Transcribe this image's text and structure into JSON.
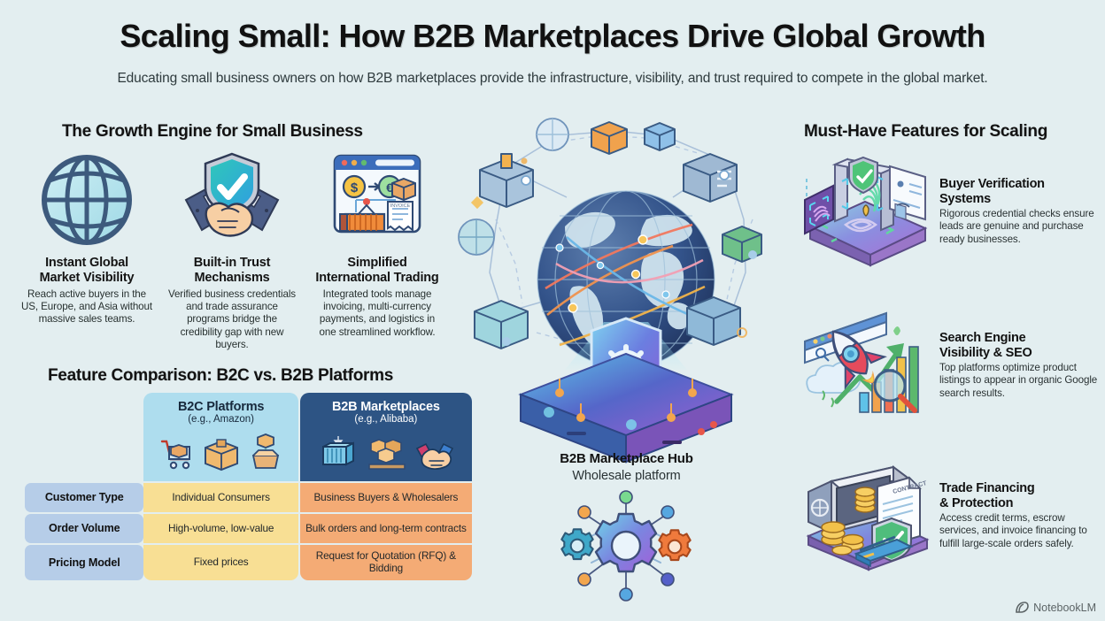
{
  "header": {
    "title": "Scaling Small: How B2B Marketplaces Drive Global Growth",
    "subtitle": "Educating small business owners on how B2B marketplaces provide the infrastructure, visibility, and trust required to compete in the global market."
  },
  "growth_section": {
    "title": "The Growth Engine for Small Business",
    "cards": [
      {
        "icon": "globe-grid-icon",
        "name": "Instant Global\nMarket Visibility",
        "name_line1": "Instant Global",
        "name_line2": "Market Visibility",
        "desc": "Reach active buyers in the US, Europe, and Asia without massive sales teams."
      },
      {
        "icon": "handshake-shield-icon",
        "name_line1": "Built-in Trust",
        "name_line2": "Mechanisms",
        "desc": "Verified business credentials and trade assurance programs bridge the credibility gap with new buyers."
      },
      {
        "icon": "browser-currency-shipping-icon",
        "name_line1": "Simplified",
        "name_line2": "International Trading",
        "desc": "Integrated tools manage invoicing, multi-currency payments, and logistics in one streamlined workflow."
      }
    ]
  },
  "comparison": {
    "title": "Feature Comparison: B2C vs. B2B Platforms",
    "columns": [
      {
        "title": "B2C Platforms",
        "subtitle": "(e.g., Amazon)",
        "color": "#aeddee"
      },
      {
        "title": "B2B Marketplaces",
        "subtitle": "(e.g., Alibaba)",
        "color": "#2d5484"
      }
    ],
    "rows": [
      {
        "label": "Customer Type",
        "b2c": "Individual Consumers",
        "b2b": "Business Buyers & Wholesalers"
      },
      {
        "label": "Order Volume",
        "b2c": "High-volume, low-value",
        "b2b": "Bulk orders and long-term contracts"
      },
      {
        "label": "Pricing Model",
        "b2c": "Fixed prices",
        "b2b": "Request for Quotation (RFQ) & Bidding"
      }
    ]
  },
  "hero": {
    "caption_title": "B2B Marketplace Hub",
    "caption_sub": "Wholesale platform",
    "illustration": "globe-network-shield-platform-icon",
    "hub_icon": "gear-network-icon"
  },
  "features_section": {
    "title": "Must-Have Features for Scaling",
    "items": [
      {
        "icon": "fingerprint-scanner-icon",
        "title_line1": "Buyer Verification",
        "title_line2": "Systems",
        "desc": "Rigorous credential checks ensure leads are genuine and purchase ready businesses."
      },
      {
        "icon": "rocket-search-chart-icon",
        "title_line1": "Search Engine",
        "title_line2": "Visibility & SEO",
        "desc": "Top platforms optimize product listings to appear in organic Google search results."
      },
      {
        "icon": "safe-coins-contract-icon",
        "title_line1": "Trade Financing",
        "title_line2": "& Protection",
        "desc": "Access credit terms, escrow services, and invoice financing to fulfill large-scale orders safely."
      }
    ]
  },
  "watermark": {
    "label": "NotebookLM",
    "icon": "notebooklm-logo-icon"
  },
  "colors": {
    "background": "#e3eef0",
    "b2c_header": "#aeddee",
    "b2b_header": "#2d5484",
    "row_label": "#b6cde8",
    "b2c_cell": "#f8df94",
    "b2b_cell": "#f4ab75",
    "title": "#111111"
  }
}
